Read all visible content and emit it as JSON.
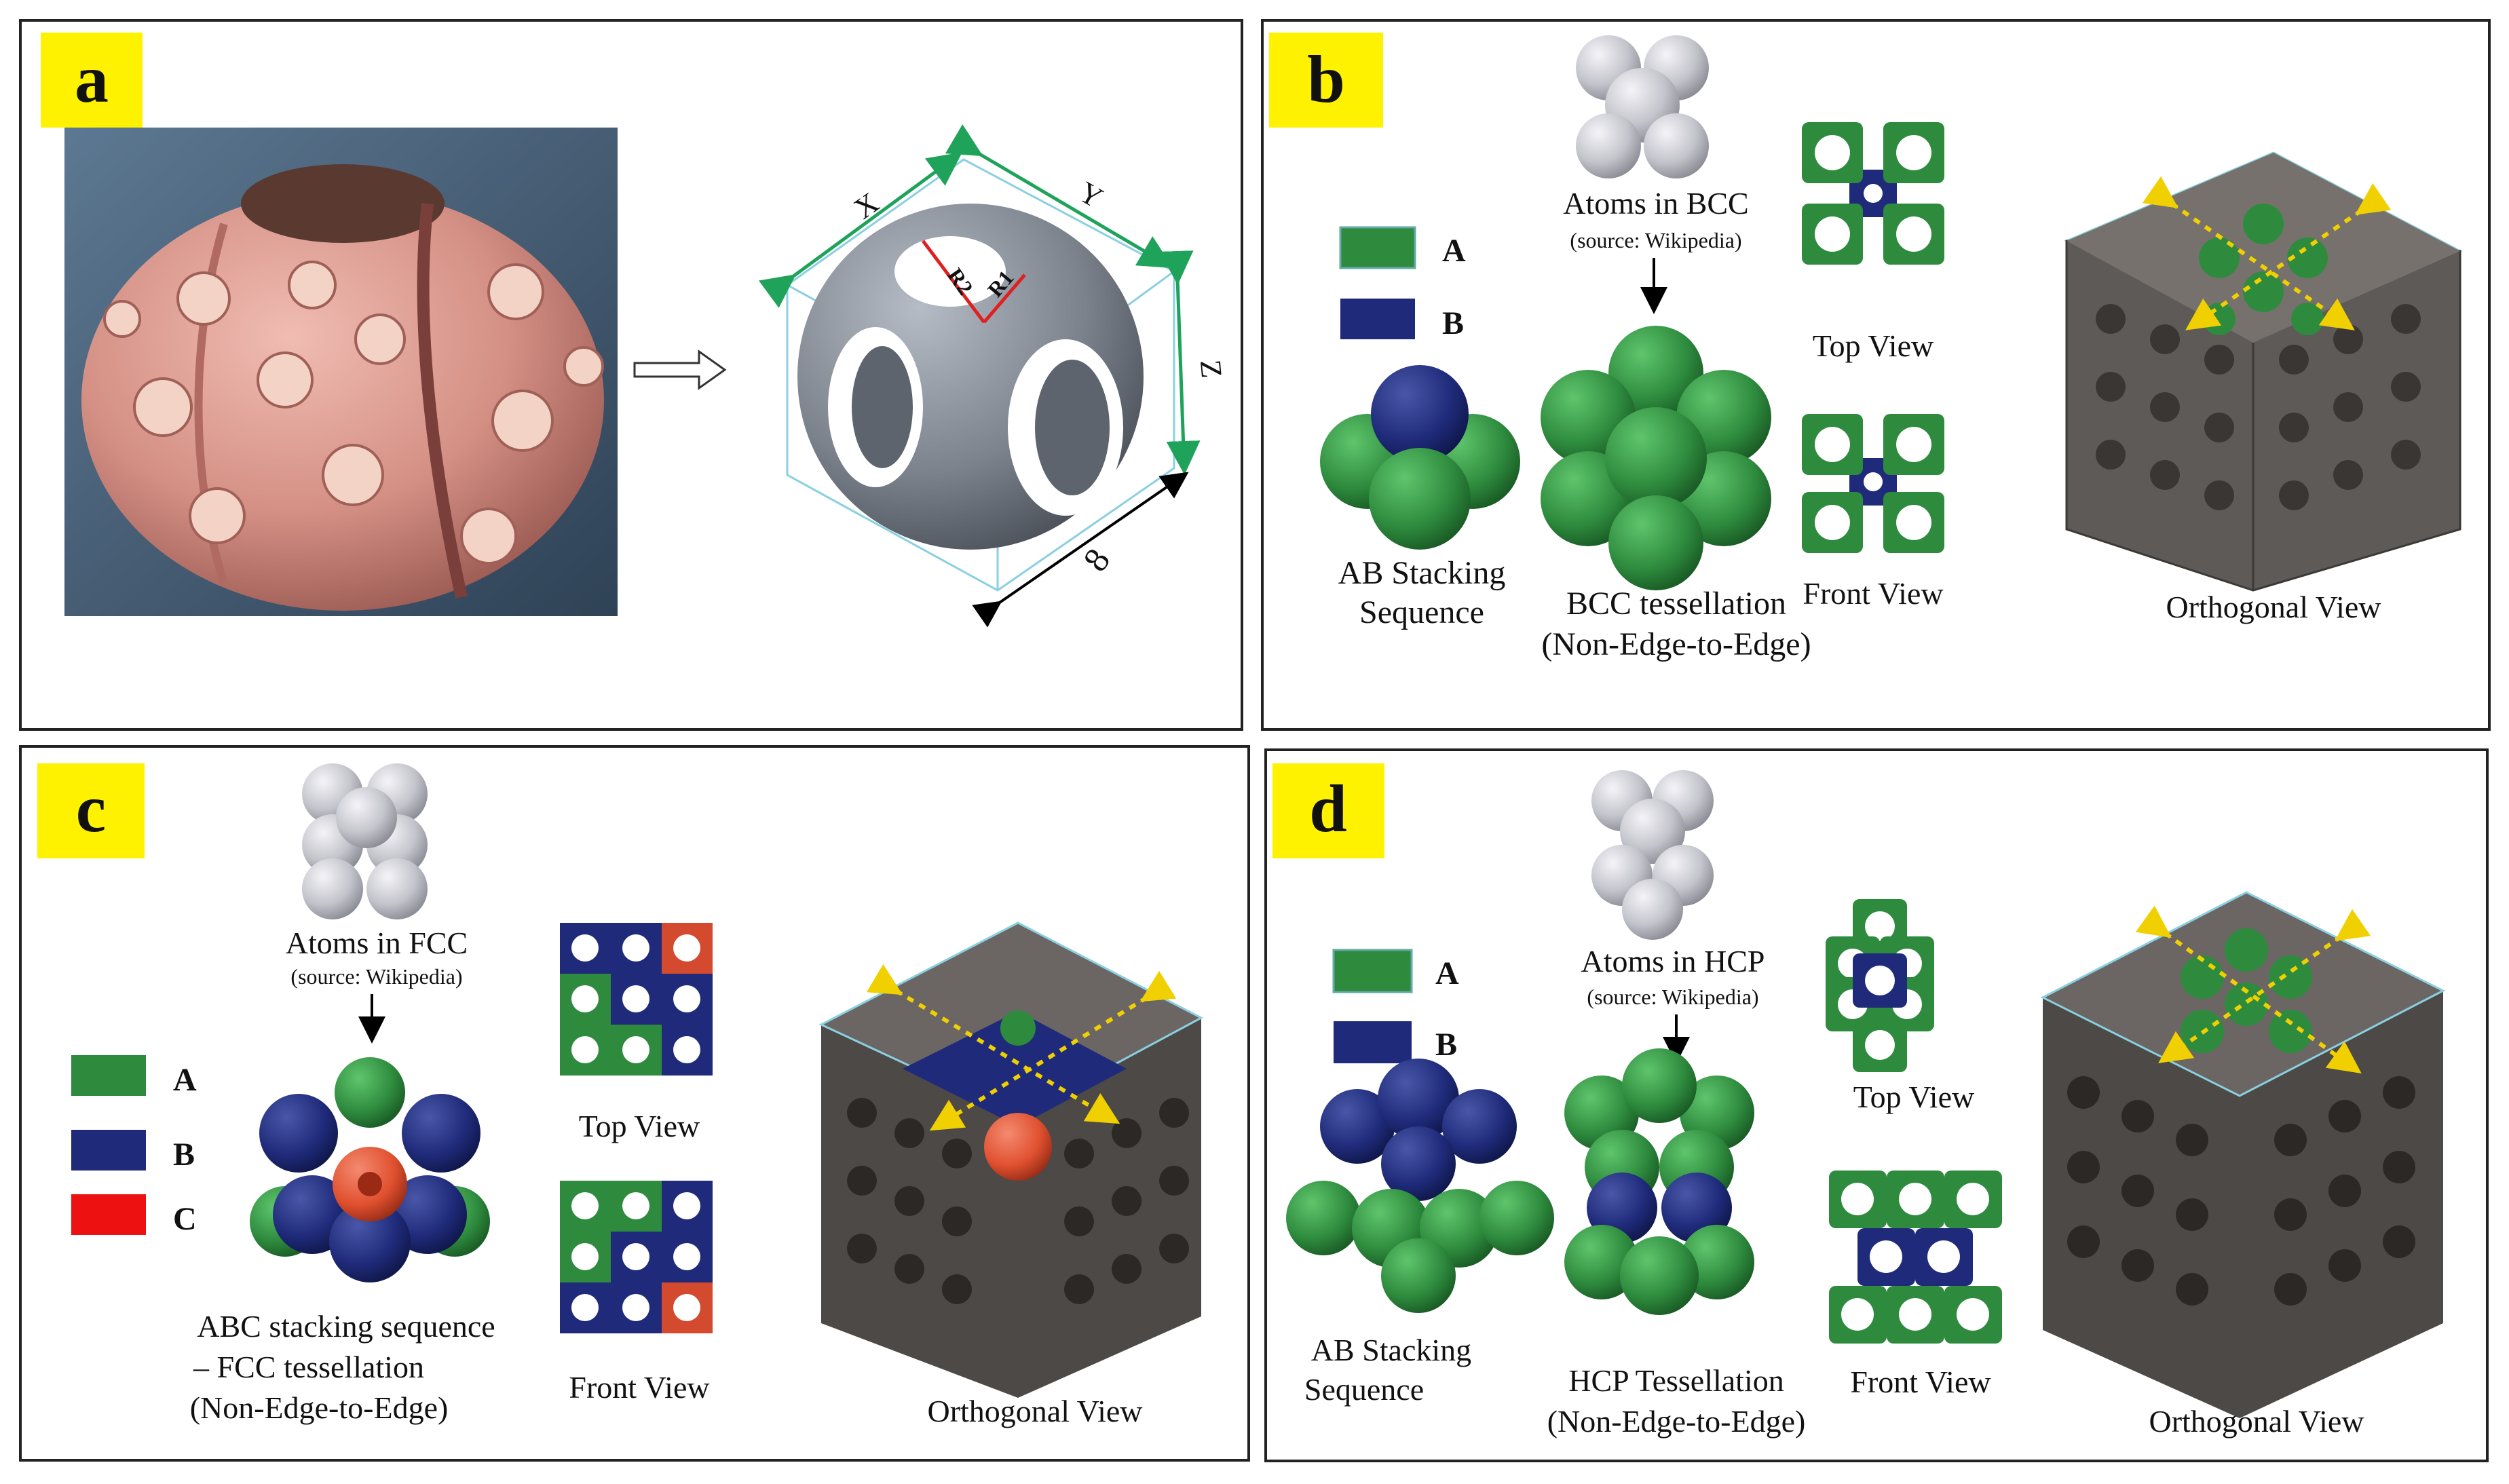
{
  "colors": {
    "panel_tag_bg": "#fff200",
    "layer_a": "#2e8b3e",
    "layer_b": "#1f2b7a",
    "layer_c": "#e8412c",
    "atom_sphere": "#c4c4cc",
    "lattice_gray": "#6a6663",
    "cell_gray": "#7b828c",
    "dim_green": "#1fa35a",
    "arrow_yellow": "#f0d000"
  },
  "panels": {
    "a": {
      "tag": "a",
      "dims": {
        "x": "X",
        "y": "Y",
        "z": "Z",
        "r1": "R1",
        "r2": "R2",
        "edge": "8"
      }
    },
    "b": {
      "tag": "b",
      "legend": [
        {
          "key": "A",
          "color": "layer_a"
        },
        {
          "key": "B",
          "color": "layer_b"
        }
      ],
      "atoms_title": "Atoms in BCC",
      "source": "(source: Wikipedia)",
      "stack_label": [
        "AB Stacking",
        "Sequence"
      ],
      "tess_label": [
        "BCC tessellation",
        "(Non-Edge-to-Edge)"
      ],
      "top_view": "Top View",
      "front_view": "Front View",
      "ortho_view": "Orthogonal  View"
    },
    "c": {
      "tag": "c",
      "legend": [
        {
          "key": "A",
          "color": "layer_a"
        },
        {
          "key": "B",
          "color": "layer_b"
        },
        {
          "key": "C",
          "color": "layer_c"
        }
      ],
      "atoms_title": "Atoms in FCC",
      "source": "(source: Wikipedia)",
      "tess_label": [
        "ABC stacking  sequence",
        "– FCC tessellation",
        "(Non-Edge-to-Edge)"
      ],
      "top_view": "Top View",
      "front_view": "Front View",
      "ortho_view": "Orthogonal  View"
    },
    "d": {
      "tag": "d",
      "legend": [
        {
          "key": "A",
          "color": "layer_a"
        },
        {
          "key": "B",
          "color": "layer_b"
        }
      ],
      "atoms_title": "Atoms in HCP",
      "source": "(source: Wikipedia)",
      "stack_label": [
        "AB Stacking",
        "Sequence"
      ],
      "tess_label": [
        "HCP Tessellation",
        "(Non-Edge-to-Edge)"
      ],
      "top_view": "Top View",
      "front_view": "Front View",
      "ortho_view": "Orthogonal  View"
    }
  }
}
